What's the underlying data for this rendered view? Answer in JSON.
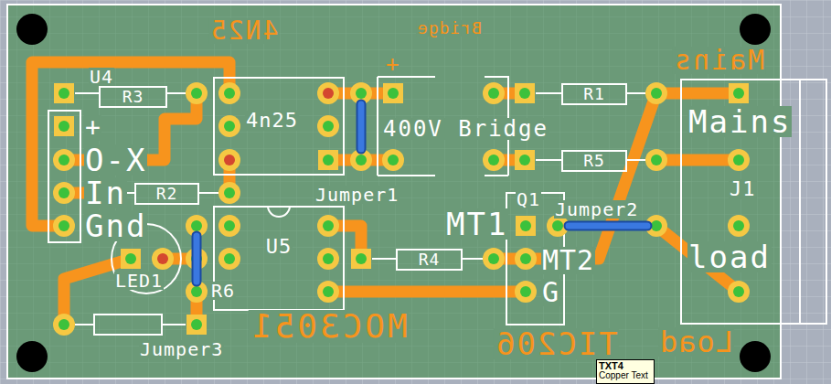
{
  "diagram": {
    "nodes": [
      {
        "text": [
          "R3"
        ]
      },
      {
        "text": [
          "4n25"
        ]
      },
      {
        "text": [
          "R1"
        ]
      },
      {
        "text": [
          "Mains",
          "J1",
          "load"
        ]
      },
      {
        "text": [
          "R5"
        ]
      },
      {
        "text": [
          "R2"
        ]
      },
      {
        "text": [
          "U5"
        ]
      },
      {
        "text": [
          "R4"
        ]
      },
      {
        "text": [
          "TXT4",
          "Copper Text"
        ]
      }
    ],
    "labels": [
      "4N25",
      "Bridge",
      "Mains",
      "+",
      "U4",
      "+",
      "O-X",
      "400V Bridge",
      "In",
      "Jumper1",
      "Q1",
      "Jumper2",
      "MT1",
      "Gnd",
      "MT2",
      "LED1",
      "R6",
      "G",
      "MOC3051",
      "Jumper3",
      "TIC206",
      "Load"
    ]
  }
}
